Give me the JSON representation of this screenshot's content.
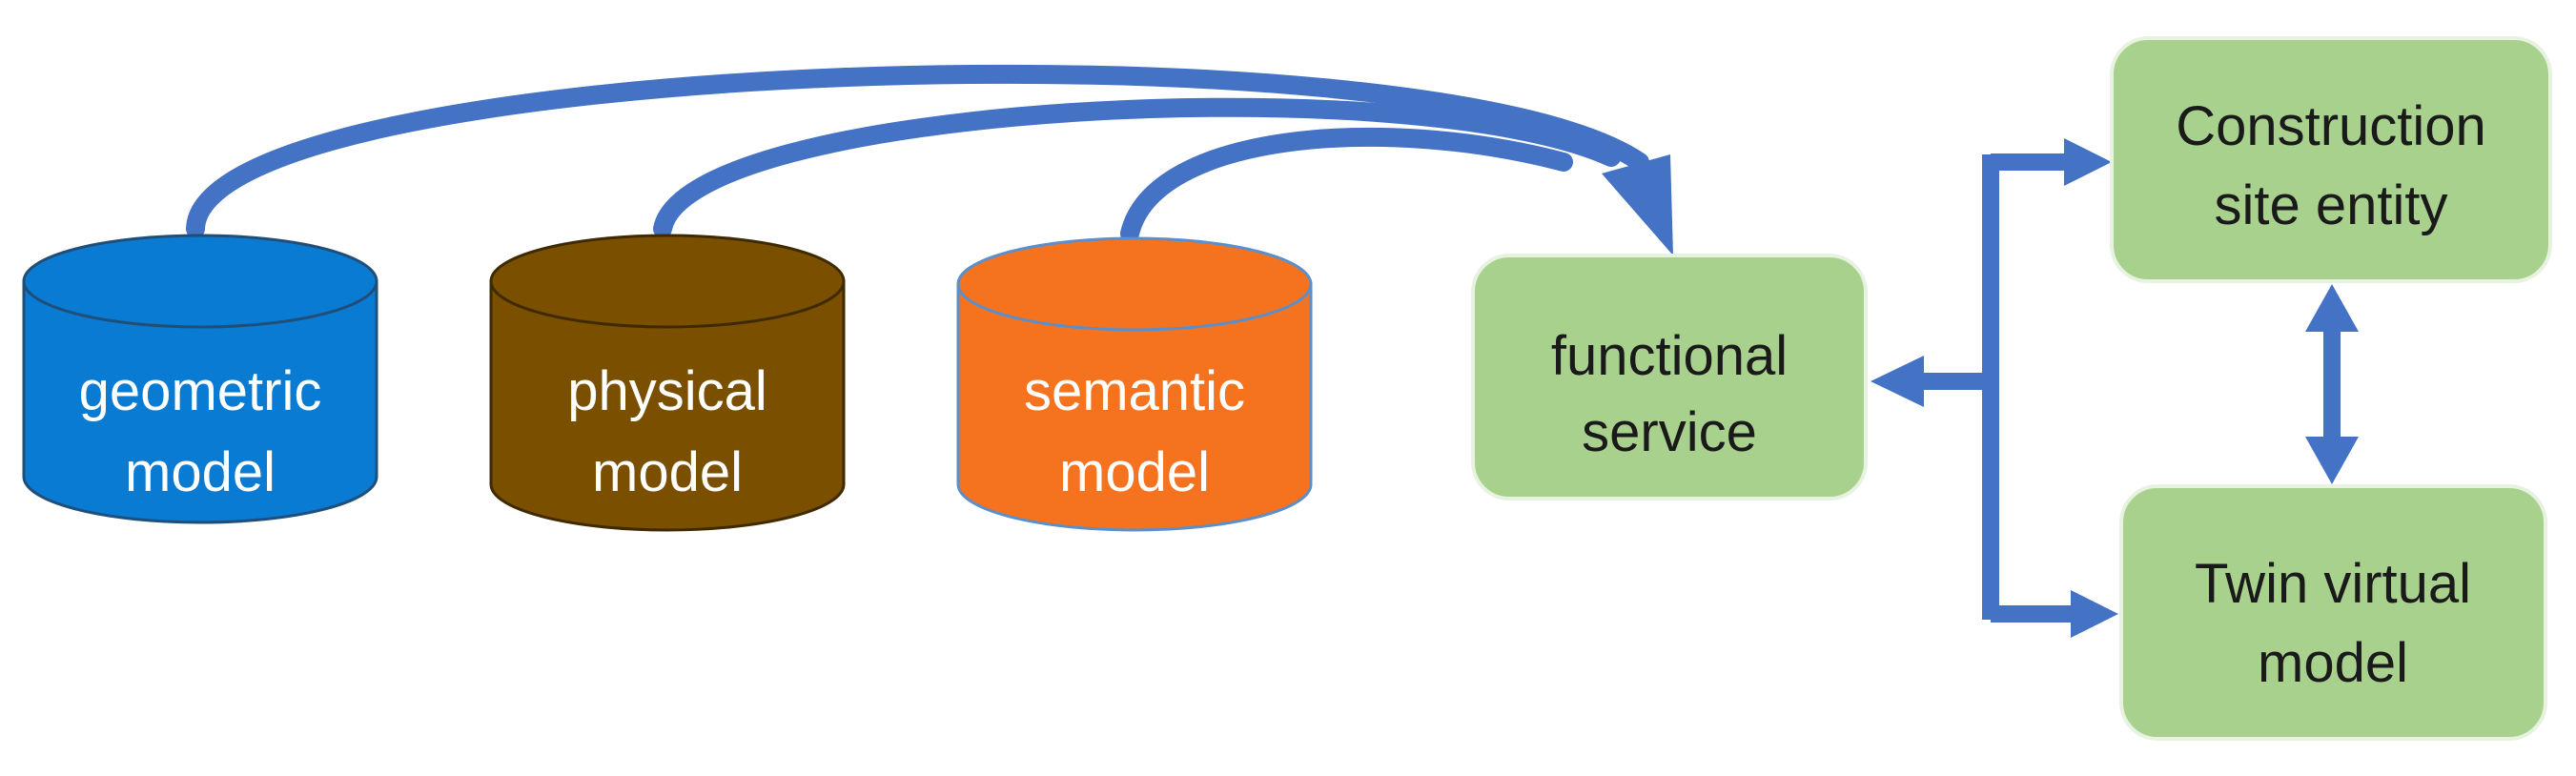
{
  "colors": {
    "arrow": "#4472C4",
    "geometric_fill": "#0A7BD3",
    "geometric_stroke": "#1F4E79",
    "physical_fill": "#7A4F00",
    "physical_stroke": "#3F2A00",
    "semantic_fill": "#F5731E",
    "semantic_stroke": "#5B8FCB",
    "box_fill": "#A9D18E",
    "box_stroke": "#E8F2E0",
    "cylinder_text": "#FFFFFF",
    "box_text": "#1A1A1A"
  },
  "cylinders": [
    {
      "id": "geometric",
      "lines": [
        "geometric",
        "model"
      ]
    },
    {
      "id": "physical",
      "lines": [
        "physical",
        "model"
      ]
    },
    {
      "id": "semantic",
      "lines": [
        "semantic",
        "model"
      ]
    }
  ],
  "boxes": [
    {
      "id": "functional",
      "lines": [
        "functional",
        "service"
      ]
    },
    {
      "id": "entity",
      "lines": [
        "Construction",
        "site entity"
      ]
    },
    {
      "id": "twin",
      "lines": [
        "Twin virtual",
        "model"
      ]
    }
  ]
}
